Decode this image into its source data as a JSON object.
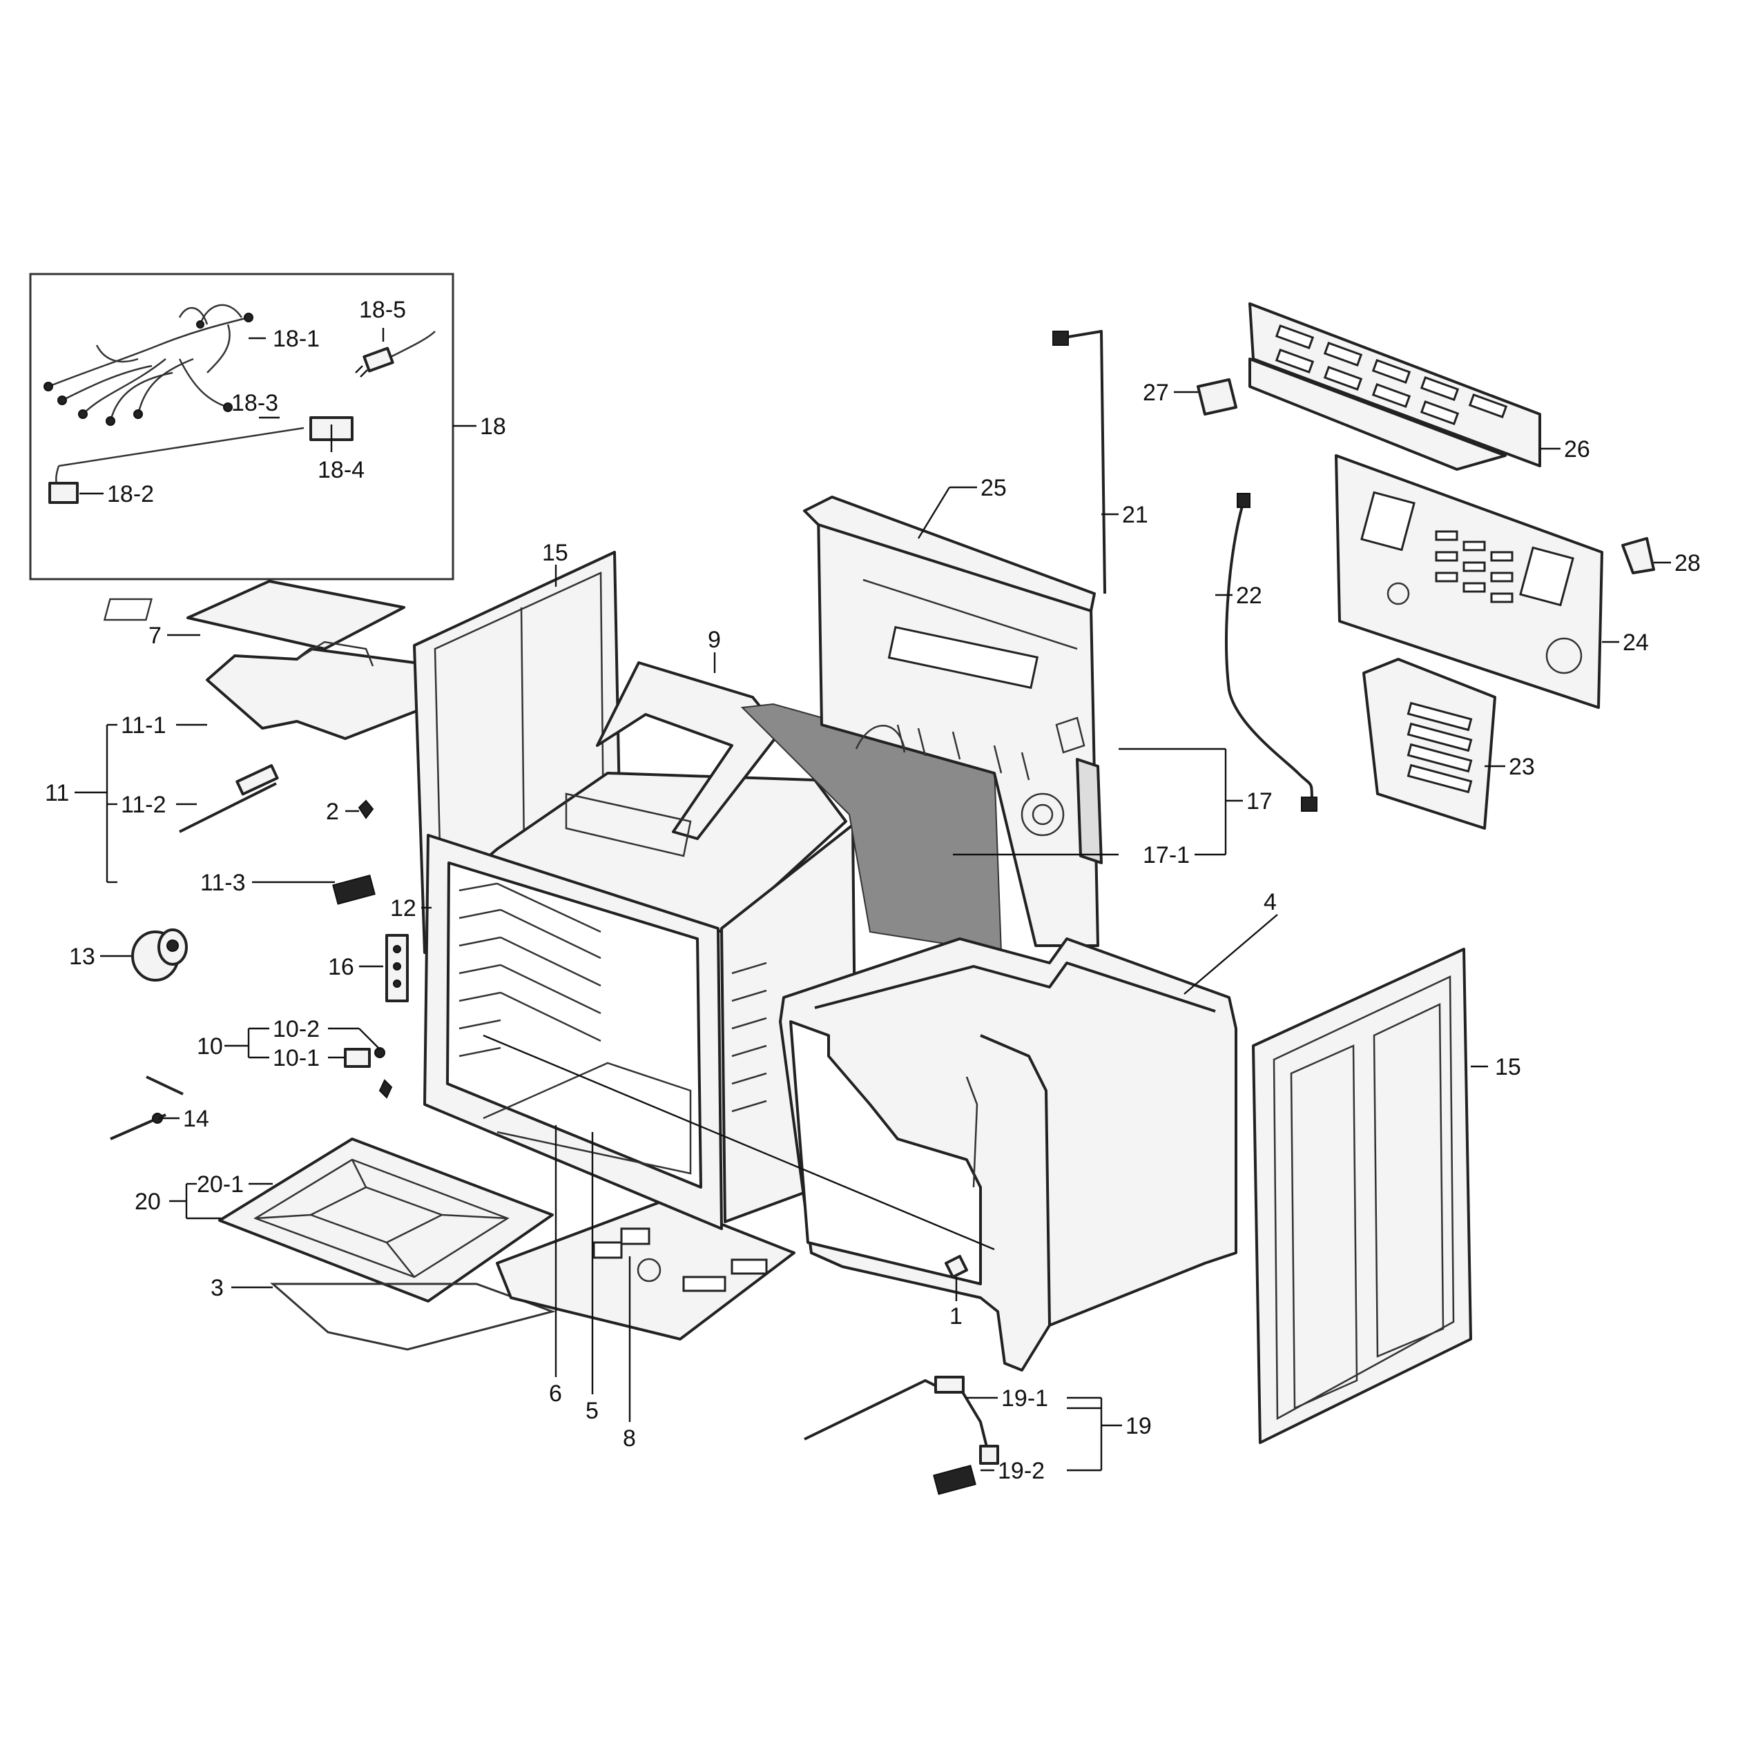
{
  "diagram": {
    "callouts": {
      "c1": "1",
      "c2": "2",
      "c3": "3",
      "c4": "4",
      "c5": "5",
      "c6": "6",
      "c7": "7",
      "c8": "8",
      "c9": "9",
      "c10": "10",
      "c10_1": "10-1",
      "c10_2": "10-2",
      "c11": "11",
      "c11_1": "11-1",
      "c11_2": "11-2",
      "c11_3": "11-3",
      "c12": "12",
      "c13": "13",
      "c14": "14",
      "c15_top": "15",
      "c15_door": "15",
      "c16": "16",
      "c17": "17",
      "c17_1": "17-1",
      "c18": "18",
      "c18_1": "18-1",
      "c18_2": "18-2",
      "c18_3": "18-3",
      "c18_4": "18-4",
      "c18_5": "18-5",
      "c19": "19",
      "c19_1": "19-1",
      "c19_2": "19-2",
      "c20": "20",
      "c20_1": "20-1",
      "c21": "21",
      "c22": "22",
      "c23": "23",
      "c24": "24",
      "c25": "25",
      "c26": "26",
      "c27": "27",
      "c28": "28"
    }
  }
}
